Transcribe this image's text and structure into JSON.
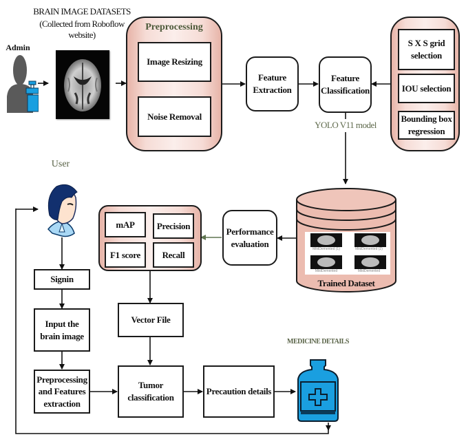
{
  "admin": {
    "label": "Admin",
    "icon": "admin-user-icon"
  },
  "dataset_source": {
    "title": "BRAIN IMAGE DATASETS",
    "subtitle": "(Collected from Roboflow website)",
    "image": "brain-mri-image"
  },
  "preprocessing": {
    "title": "Preprocessing",
    "steps": [
      "Image Resizing",
      "Noise Removal"
    ]
  },
  "feature_extraction": {
    "label": "Feature Extraction"
  },
  "feature_classification": {
    "label": "Feature Classification",
    "model_label": "YOLO V11 model"
  },
  "yolo_steps": [
    "S X S grid selection",
    "IOU selection",
    "Bounding box regression"
  ],
  "trained_dataset": {
    "label": "Trained Dataset",
    "thumbnails": [
      "MildDemented (1)",
      "MildDemented (2)",
      "MildDemented",
      "MildDemented"
    ]
  },
  "performance_evaluation": {
    "label": "Performance evaluation"
  },
  "metrics": [
    "mAP",
    "Precision",
    "F1 score",
    "Recall"
  ],
  "vector_file": {
    "label": "Vector File"
  },
  "user": {
    "label": "User",
    "icon": "user-avatar-icon",
    "steps": [
      "Signin",
      "Input the brain image",
      "Preprocessing and Features extraction"
    ]
  },
  "tumor_classification": {
    "label": "Tumor classification"
  },
  "precaution": {
    "label": "Precaution details"
  },
  "medicine": {
    "label": "MEDICINE DETAILS",
    "icon": "medicine-bottle-icon"
  },
  "colors": {
    "group_fill": "#f6dcd6",
    "group_edge": "#e7b4a8",
    "label_green": "#4d5a3a",
    "medicine_blue": "#1a9fe0",
    "admin_gray": "#5a5a5a"
  }
}
